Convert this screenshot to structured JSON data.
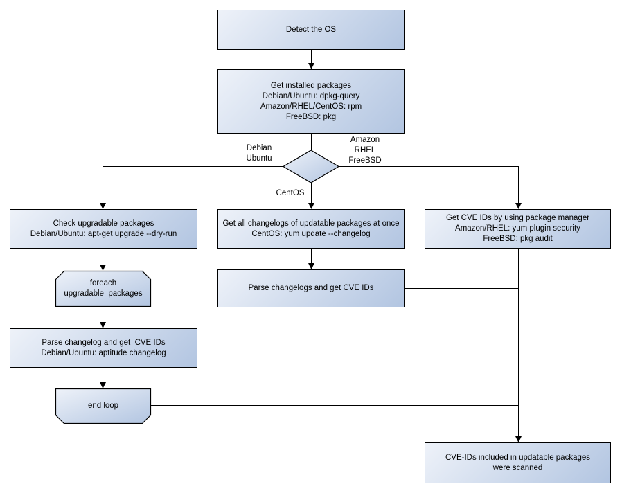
{
  "colors": {
    "node_fill_light": "#eef2f9",
    "node_fill_dark": "#b2c5e1",
    "node_border": "#000000",
    "connector": "#000000",
    "text": "#000000",
    "background": "#ffffff"
  },
  "nodes": {
    "detect_os": {
      "lines": [
        "Detect the OS"
      ]
    },
    "get_installed_packages": {
      "lines": [
        "Get installed packages",
        "Debian/Ubuntu: dpkg-query",
        "Amazon/RHEL/CentOS: rpm",
        "FreeBSD: pkg"
      ]
    },
    "check_upgradable_packages": {
      "lines": [
        "Check upgradable packages",
        "Debian/Ubuntu: apt-get upgrade --dry-run"
      ]
    },
    "foreach_loop_start": {
      "lines": [
        "foreach",
        "upgradable  packages"
      ]
    },
    "parse_changelog_debian": {
      "lines": [
        "Parse changelog and get  CVE IDs",
        "Debian/Ubuntu: aptitude changelog"
      ]
    },
    "end_loop": {
      "lines": [
        "end loop"
      ]
    },
    "get_all_changelogs": {
      "lines": [
        "Get all changelogs of updatable packages at once",
        "CentOS: yum update --changelog"
      ]
    },
    "parse_changelogs_centos": {
      "lines": [
        "Parse changelogs and get CVE IDs"
      ]
    },
    "get_cve_ids_pkg_manager": {
      "lines": [
        "Get CVE IDs by using package manager",
        "Amazon/RHEL: yum plugin security",
        "FreeBSD: pkg audit"
      ]
    },
    "result_scanned": {
      "lines": [
        "CVE-IDs included in updatable packages",
        "were scanned"
      ]
    }
  },
  "edge_labels": {
    "debian_ubuntu": [
      "Debian",
      "Ubuntu"
    ],
    "amazon_rhel_freebsd": [
      "Amazon",
      "RHEL",
      "FreeBSD"
    ],
    "centos": [
      "CentOS"
    ]
  }
}
